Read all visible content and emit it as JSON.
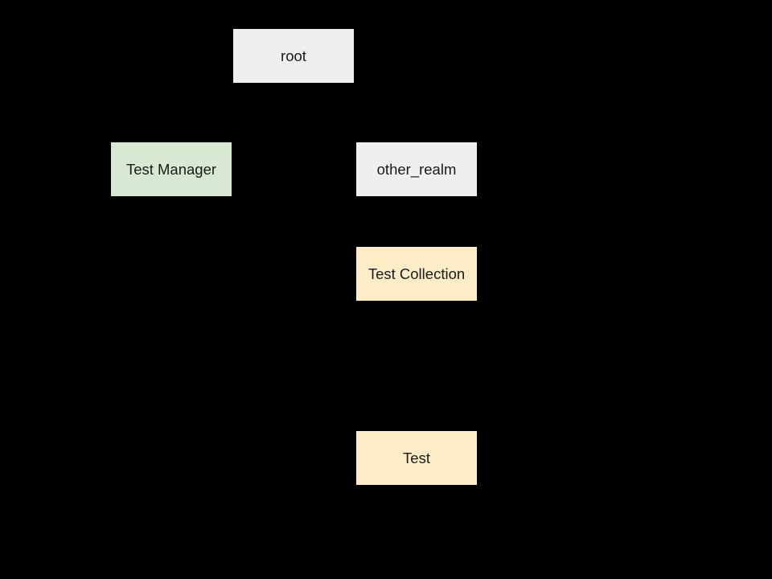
{
  "diagram": {
    "background_color": "#000000",
    "text_color": "#1a1a1a",
    "nodes": [
      {
        "id": "root",
        "label": "root",
        "fill": "#efefef"
      },
      {
        "id": "test-manager",
        "label": "Test Manager",
        "fill": "#d9e8d3"
      },
      {
        "id": "other-realm",
        "label": "other_realm",
        "fill": "#efefef"
      },
      {
        "id": "test-collection",
        "label": "Test Collection",
        "fill": "#fcedc6"
      },
      {
        "id": "test",
        "label": "Test",
        "fill": "#fcedc6"
      }
    ]
  }
}
